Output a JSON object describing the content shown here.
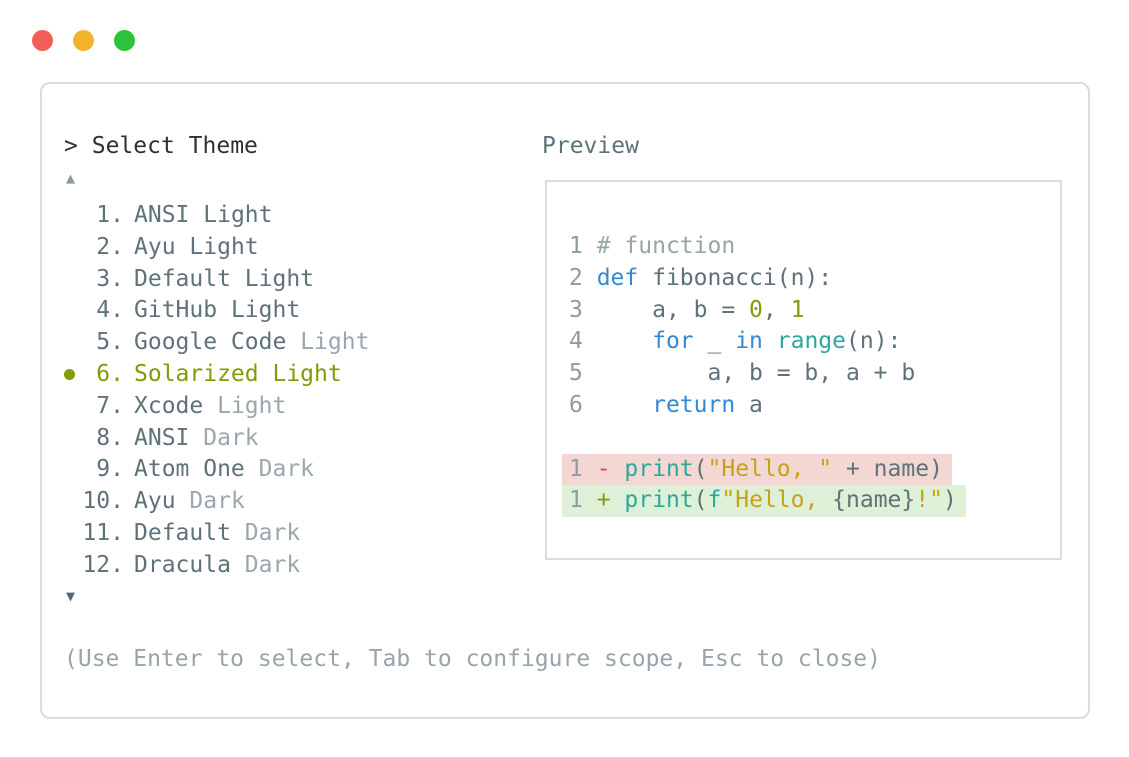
{
  "palette": {
    "traffic_red": "#f25f57",
    "traffic_yellow": "#f2b32c",
    "traffic_green": "#2cc23c",
    "panel_border": "#d7dcdf",
    "prompt_text": "#2a3237",
    "item_text": "#5e7279",
    "item_dim": "#9aa7ad",
    "selected": "#869a04",
    "scroll_up": "#8a99a2",
    "scroll_down": "#566a74",
    "preview_label": "#5e7279",
    "preview_border": "#d9dddf",
    "line_number": "#8e9ba1",
    "code_default": "#5e7279",
    "comment": "#97a5a5",
    "keyword": "#3489d4",
    "function_teal": "#2fa69a",
    "string_gold": "#c7a11a",
    "number_olive": "#869a04",
    "diff_minus": "#dd4b43",
    "diff_plus": "#869a04",
    "removed_bg": "#f3d7d3",
    "added_bg": "#def0d8",
    "footer_text": "#97a5aa"
  },
  "window": {
    "traffic_lights": [
      "close",
      "minimize",
      "zoom"
    ]
  },
  "prompt": {
    "caret": ">",
    "title": "Select Theme"
  },
  "list": {
    "scroll_up": "▲",
    "scroll_down": "▼"
  },
  "themes": [
    {
      "number": "1.",
      "name": "ANSI",
      "variant": "Light",
      "dim_variant": false,
      "selected": false
    },
    {
      "number": "2.",
      "name": "Ayu",
      "variant": "Light",
      "dim_variant": false,
      "selected": false
    },
    {
      "number": "3.",
      "name": "Default",
      "variant": "Light",
      "dim_variant": false,
      "selected": false
    },
    {
      "number": "4.",
      "name": "GitHub",
      "variant": "Light",
      "dim_variant": false,
      "selected": false
    },
    {
      "number": "5.",
      "name": "Google Code",
      "variant": "Light",
      "dim_variant": true,
      "selected": false
    },
    {
      "number": "6.",
      "name": "Solarized",
      "variant": "Light",
      "dim_variant": false,
      "selected": true
    },
    {
      "number": "7.",
      "name": "Xcode",
      "variant": "Light",
      "dim_variant": true,
      "selected": false
    },
    {
      "number": "8.",
      "name": "ANSI",
      "variant": "Dark",
      "dim_variant": true,
      "selected": false
    },
    {
      "number": "9.",
      "name": "Atom One",
      "variant": "Dark",
      "dim_variant": true,
      "selected": false
    },
    {
      "number": "10.",
      "name": "Ayu",
      "variant": "Dark",
      "dim_variant": true,
      "selected": false
    },
    {
      "number": "11.",
      "name": "Default",
      "variant": "Dark",
      "dim_variant": true,
      "selected": false
    },
    {
      "number": "12.",
      "name": "Dracula",
      "variant": "Dark",
      "dim_variant": true,
      "selected": false
    }
  ],
  "preview": {
    "label": "Preview",
    "code": [
      {
        "num": "1",
        "tokens": [
          [
            "# function",
            "comment"
          ]
        ]
      },
      {
        "num": "2",
        "tokens": [
          [
            "def",
            "keyword"
          ],
          [
            " fibonacci(n):",
            "code"
          ]
        ]
      },
      {
        "num": "3",
        "tokens": [
          [
            "    a, b = ",
            "code"
          ],
          [
            "0",
            "numlit"
          ],
          [
            ", ",
            "code"
          ],
          [
            "1",
            "numlit"
          ]
        ]
      },
      {
        "num": "4",
        "tokens": [
          [
            "    ",
            "code"
          ],
          [
            "for",
            "keyword"
          ],
          [
            " _ ",
            "code"
          ],
          [
            "in",
            "keyword"
          ],
          [
            " ",
            "code"
          ],
          [
            "range",
            "teal"
          ],
          [
            "(n):",
            "code"
          ]
        ]
      },
      {
        "num": "5",
        "tokens": [
          [
            "        a, b = b, a + b",
            "code"
          ]
        ]
      },
      {
        "num": "6",
        "tokens": [
          [
            "    ",
            "code"
          ],
          [
            "return",
            "keyword"
          ],
          [
            " a",
            "code"
          ]
        ]
      },
      {
        "blank": true
      },
      {
        "num": "1",
        "diff": "removed",
        "tokens": [
          [
            "- ",
            "minus"
          ],
          [
            "print",
            "teal"
          ],
          [
            "(",
            "code"
          ],
          [
            "\"Hello, \"",
            "str"
          ],
          [
            " + name)",
            "code"
          ]
        ]
      },
      {
        "num": "1",
        "diff": "added",
        "tokens": [
          [
            "+ ",
            "plus"
          ],
          [
            "print",
            "teal"
          ],
          [
            "(",
            "code"
          ],
          [
            "f",
            "teal"
          ],
          [
            "\"Hello, ",
            "str"
          ],
          [
            "{name}",
            "code"
          ],
          [
            "!\"",
            "str"
          ],
          [
            ")",
            "code"
          ]
        ]
      }
    ]
  },
  "footer": {
    "hint": "(Use Enter to select, Tab to configure scope, Esc to close)"
  }
}
